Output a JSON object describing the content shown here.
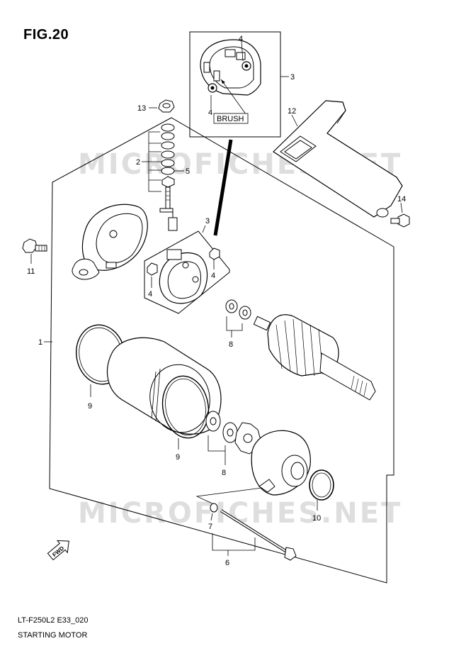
{
  "figure": {
    "title": "FIG.20",
    "code": "LT-F250L2 E33_020",
    "name": "STARTING MOTOR"
  },
  "watermark": {
    "text": "MICROFICHES.NET",
    "color": "#dedede"
  },
  "inset": {
    "brush_label": "BRUSH"
  },
  "callouts": [
    "1",
    "2",
    "3",
    "3",
    "4",
    "4",
    "4",
    "4",
    "5",
    "6",
    "7",
    "8",
    "8",
    "9",
    "9",
    "10",
    "11",
    "12",
    "13",
    "14"
  ],
  "direction_indicator": {
    "icon": "front-arrow-icon",
    "text": "FWD"
  }
}
